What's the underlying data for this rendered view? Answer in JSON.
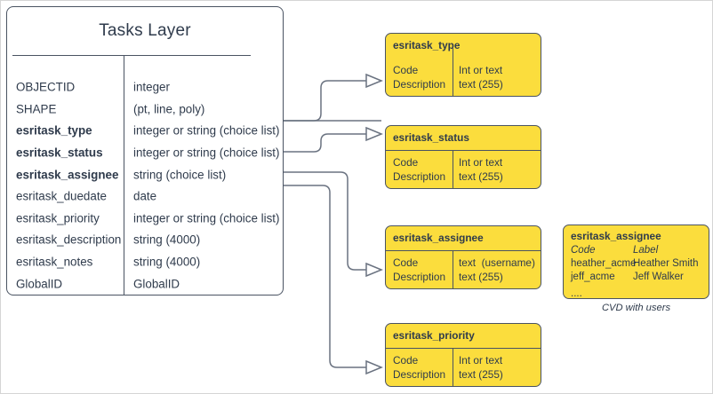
{
  "diagram": {
    "title": "Tasks Layer",
    "entity": {
      "name": "Tasks Layer",
      "fields": [
        {
          "name": "OBJECTID",
          "type": "integer",
          "bold": false
        },
        {
          "name": "SHAPE",
          "type": "(pt, line, poly)",
          "bold": false
        },
        {
          "name": "esritask_type",
          "type": "integer or string (choice list)",
          "bold": true
        },
        {
          "name": "esritask_status",
          "type": "integer or string (choice list)",
          "bold": true
        },
        {
          "name": "esritask_assignee",
          "type": "string (choice list)",
          "bold": true
        },
        {
          "name": "esritask_duedate",
          "type": "date",
          "bold": false
        },
        {
          "name": "esritask_priority",
          "type": "integer or string (choice list)",
          "bold": false
        },
        {
          "name": "esritask_description",
          "type": "string (4000)",
          "bold": false
        },
        {
          "name": "esritask_notes",
          "type": "string (4000)",
          "bold": false
        },
        {
          "name": "GlobalID",
          "type": "GlobalID",
          "bold": false
        }
      ]
    },
    "domains": [
      {
        "id": "type",
        "title": "esritask_type",
        "left_col": "Code\nDescription",
        "right_col": "Int or text\ntext (255)",
        "has_title_rule": false
      },
      {
        "id": "status",
        "title": "esritask_status",
        "left_col": "Code\nDescription",
        "right_col": "Int or text\ntext (255)",
        "has_title_rule": true
      },
      {
        "id": "assignee",
        "title": "esritask_assignee",
        "left_col": "Code\nDescription",
        "right_col": "text  (username)\ntext (255)",
        "has_title_rule": true
      },
      {
        "id": "priority",
        "title": "esritask_priority",
        "left_col": "Code\nDescription",
        "right_col": "Int or text\ntext (255)",
        "has_title_rule": true
      }
    ],
    "cvd": {
      "title": "esritask_assignee",
      "header": {
        "code": "Code",
        "label": "Label"
      },
      "rows": [
        {
          "code": "heather_acme",
          "label": "Heather Smith"
        },
        {
          "code": "jeff_acme",
          "label": "Jeff Walker"
        }
      ],
      "ellipsis": "....",
      "caption": "CVD with users"
    },
    "colors": {
      "domain_fill": "#fbdd3d",
      "stroke": "#4a5362",
      "connector": "#6a7280",
      "text": "#2f3b4c",
      "page_border": "#d5d5d5"
    }
  }
}
